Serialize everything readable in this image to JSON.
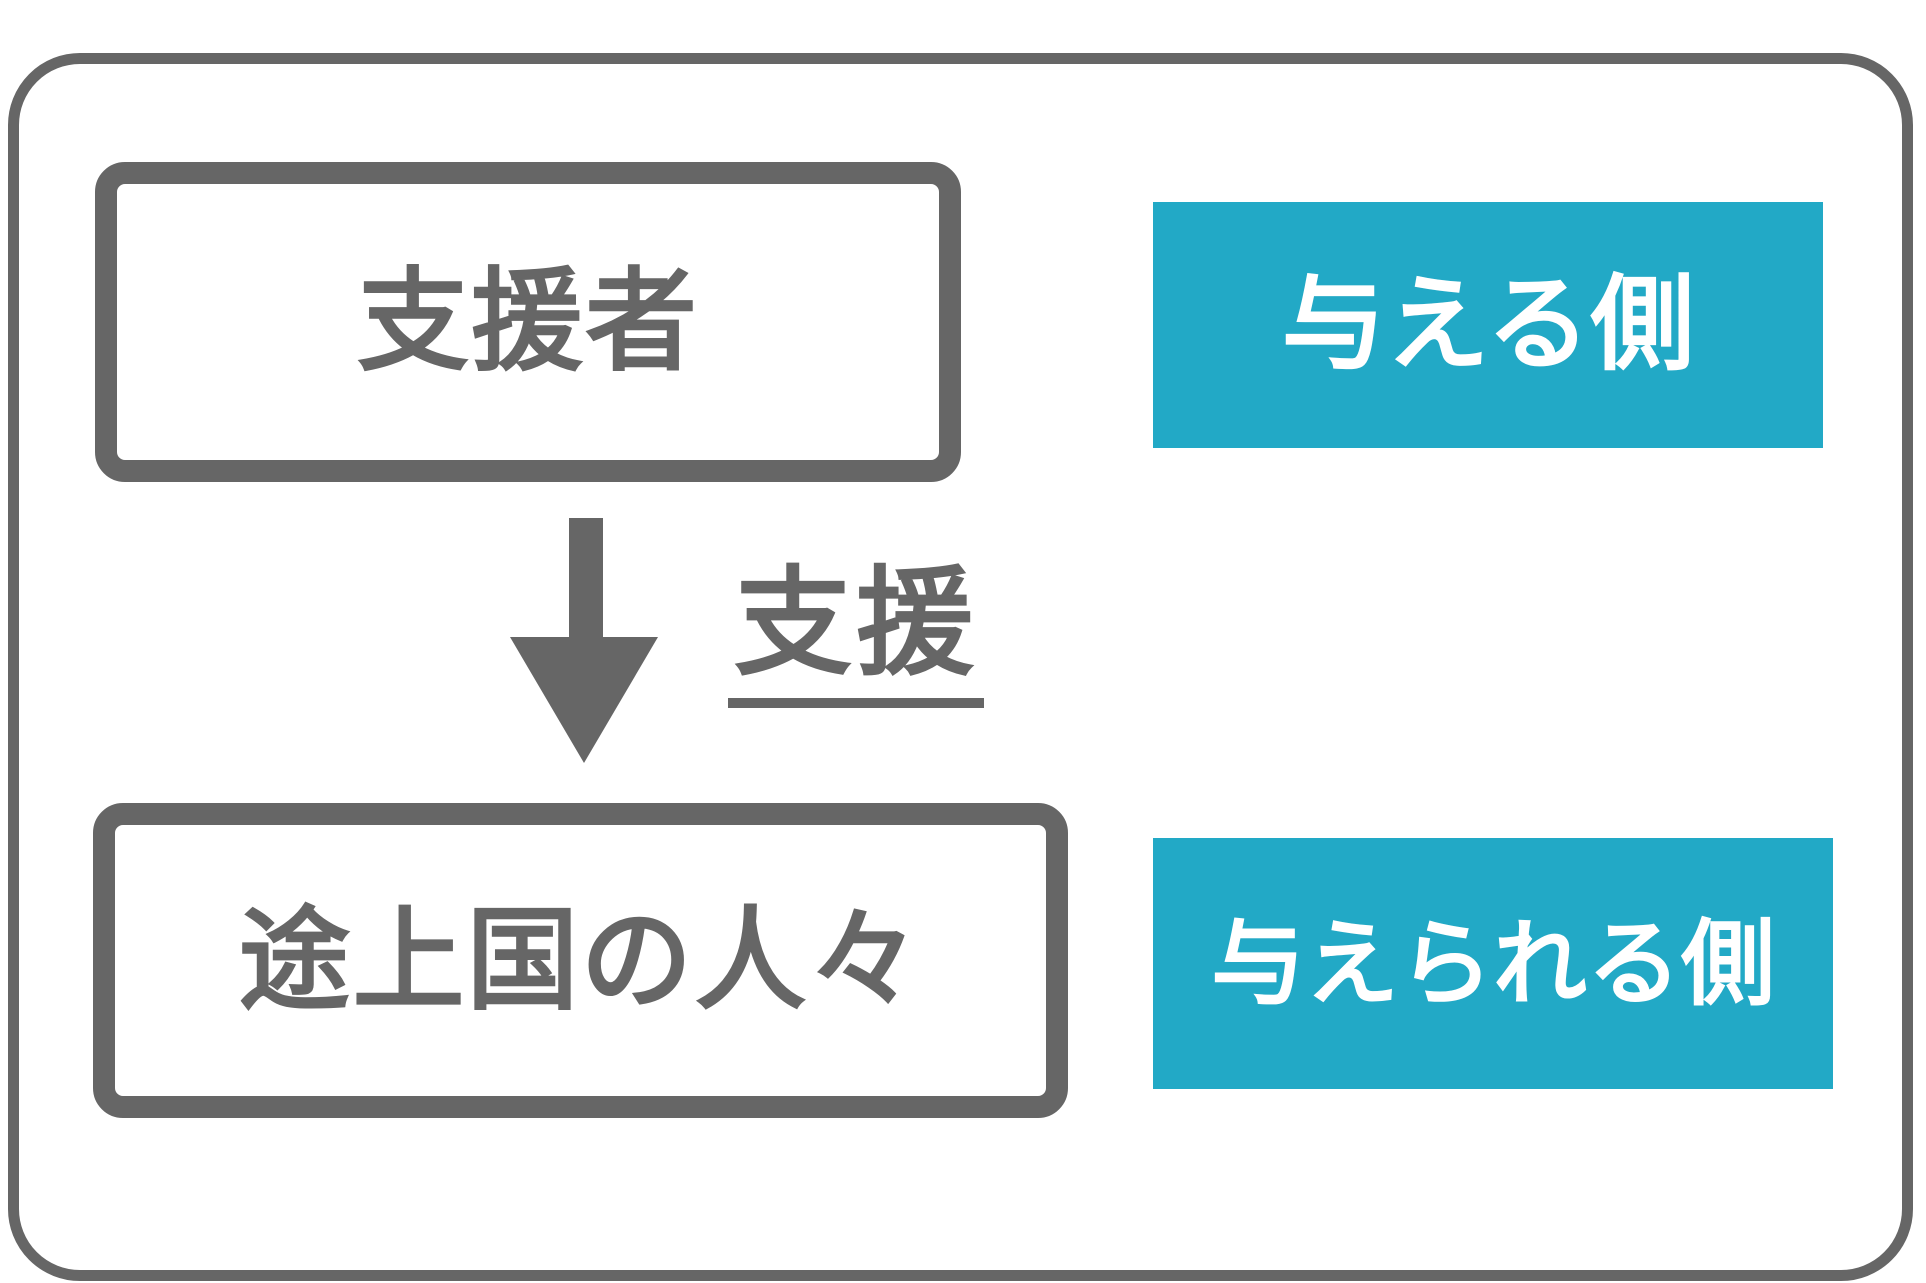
{
  "diagram": {
    "supporter_box_label": "支援者",
    "recipient_box_label": "途上国の人々",
    "arrow_label": "支援",
    "giver_tag_label": "与える側",
    "receiver_tag_label": "与えられる側"
  },
  "colors": {
    "outline_gray": "#666666",
    "tag_teal": "#22A9C6",
    "tag_text_white": "#ffffff",
    "background": "#ffffff"
  }
}
